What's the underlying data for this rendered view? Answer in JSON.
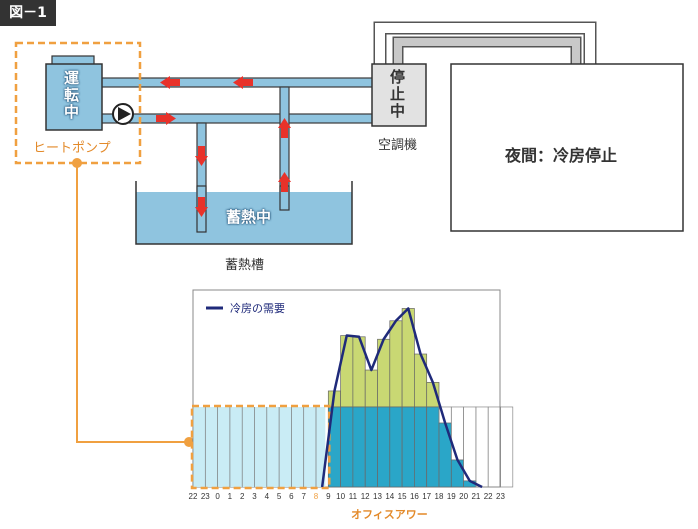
{
  "figure_label": "図－1",
  "heat_pump": {
    "status": "運転中",
    "label": "ヒートポンプ"
  },
  "air_conditioner": {
    "status": "停止中",
    "label": "空調機"
  },
  "room": {
    "status": "夜間：冷房停止"
  },
  "storage_tank": {
    "status": "蓄熱中",
    "label": "蓄熱槽"
  },
  "colors": {
    "pipe": "#8fc4df",
    "arrow": "#e8322a",
    "highlight": "#f0a040",
    "tank_water": "#8fc4df",
    "demand_line": "#1f2a7a",
    "bar_upper": "#c9d873",
    "bar_lower": "#2aa6c8",
    "night_storage": "#c9ecf5"
  },
  "chart_data": {
    "type": "bar",
    "legend": [
      "冷房の需要"
    ],
    "legend_placement": "top-left",
    "categories": [
      "22",
      "23",
      "0",
      "1",
      "2",
      "3",
      "4",
      "5",
      "6",
      "7",
      "8",
      "9",
      "10",
      "11",
      "12",
      "13",
      "14",
      "15",
      "16",
      "17",
      "18",
      "19",
      "20",
      "21",
      "22",
      "23"
    ],
    "highlighted_categories": [
      "8"
    ],
    "xlabel": "オフィスアワー",
    "series": [
      {
        "name": "冷房の需要",
        "values": [
          0,
          0,
          0,
          0,
          0,
          0,
          0,
          0,
          0,
          0,
          0,
          0.78,
          1.23,
          1.22,
          0.95,
          1.2,
          1.35,
          1.45,
          1.08,
          0.85,
          0.52,
          0.22,
          0.05,
          0,
          0,
          0
        ]
      }
    ],
    "stored_heat": {
      "range": [
        "22",
        "8"
      ],
      "level": 0.65
    },
    "ylim": [
      0,
      1.6
    ]
  }
}
